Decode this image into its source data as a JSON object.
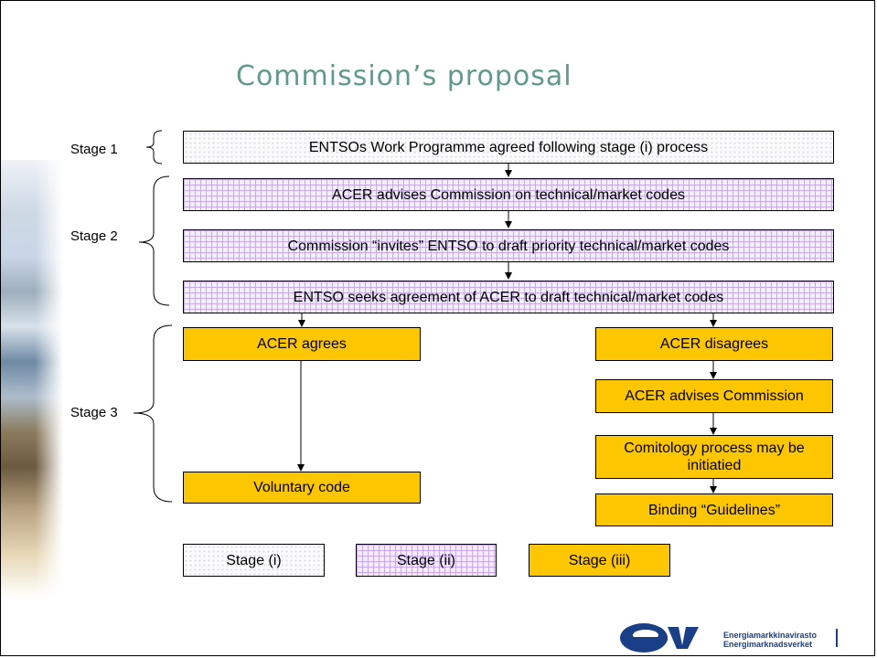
{
  "title": "Commission’s proposal",
  "stages": {
    "stage1": "Stage 1",
    "stage2": "Stage 2",
    "stage3": "Stage 3"
  },
  "boxes": {
    "work_programme": "ENTSOs Work Programme agreed following stage (i) process",
    "acer_advises_codes": "ACER advises Commission on technical/market codes",
    "commission_invites": "Commission “invites” ENTSO to draft priority technical/market codes",
    "entso_seeks": "ENTSO seeks agreement of ACER to draft technical/market codes",
    "acer_agrees": "ACER agrees",
    "acer_disagrees": "ACER disagrees",
    "acer_advises_commission": "ACER advises Commission",
    "comitology": "Comitology process may be initiatied",
    "voluntary_code": "Voluntary code",
    "binding_guidelines": "Binding “Guidelines”"
  },
  "legend": {
    "stage_i": "Stage (i)",
    "stage_ii": "Stage (ii)",
    "stage_iii": "Stage (iii)"
  },
  "logo": {
    "mark": "emv",
    "line1": "Energiamarkkinavirasto",
    "line2": "Energimarknadsverket"
  },
  "colors": {
    "title": "#5f9a8a",
    "stage_iii_fill": "#fcc600",
    "stage_ii_grid": "#c5a9ec",
    "logo_blue": "#1b3f86"
  }
}
